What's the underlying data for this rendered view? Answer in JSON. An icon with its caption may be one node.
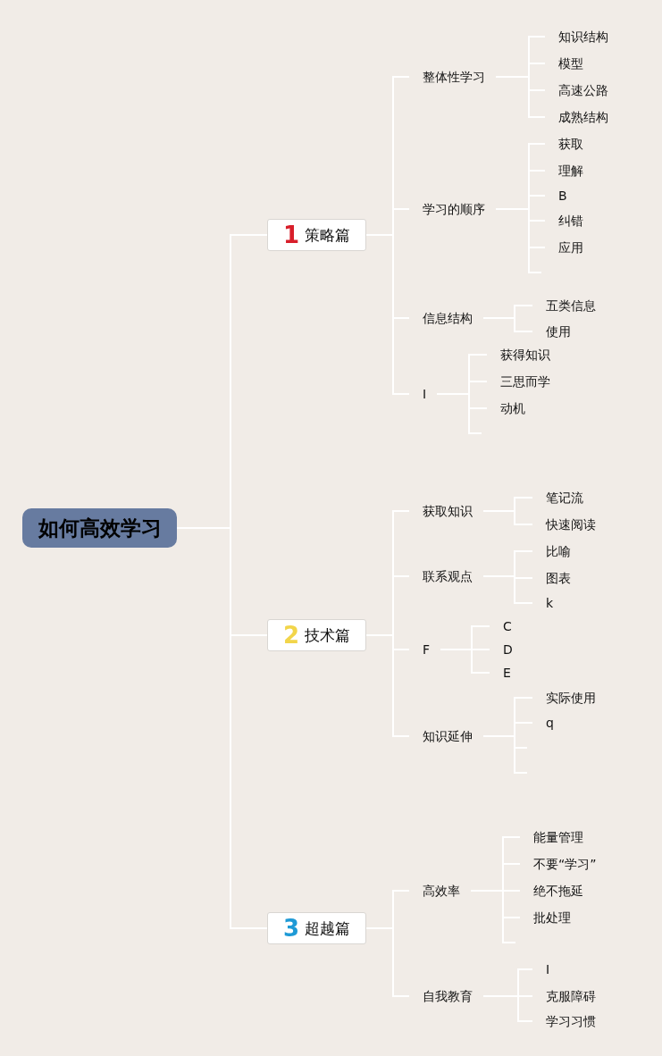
{
  "diagram": {
    "nodes": [
      {
        "text": [
          "如何高效学习"
        ]
      },
      {
        "text": [
          "1",
          "策略篇"
        ]
      },
      {
        "text": [
          "整体性学习"
        ]
      },
      {
        "text": [
          "知识结构"
        ]
      },
      {
        "text": [
          "模型"
        ]
      },
      {
        "text": [
          "高速公路"
        ]
      },
      {
        "text": [
          "成熟结构"
        ]
      },
      {
        "text": [
          "学习的顺序"
        ]
      },
      {
        "text": [
          "获取"
        ]
      },
      {
        "text": [
          "理解"
        ]
      },
      {
        "text": [
          "B"
        ]
      },
      {
        "text": [
          "纠错"
        ]
      },
      {
        "text": [
          "应用"
        ]
      },
      {
        "text": [
          "信息结构"
        ]
      },
      {
        "text": [
          "五类信息"
        ]
      },
      {
        "text": [
          "使用"
        ]
      },
      {
        "text": [
          "I"
        ]
      },
      {
        "text": [
          "获得知识"
        ]
      },
      {
        "text": [
          "三思而学"
        ]
      },
      {
        "text": [
          "动机"
        ]
      },
      {
        "text": [
          "2",
          "技术篇"
        ]
      },
      {
        "text": [
          "获取知识"
        ]
      },
      {
        "text": [
          "笔记流"
        ]
      },
      {
        "text": [
          "快速阅读"
        ]
      },
      {
        "text": [
          "联系观点"
        ]
      },
      {
        "text": [
          "比喻"
        ]
      },
      {
        "text": [
          "图表"
        ]
      },
      {
        "text": [
          "k"
        ]
      },
      {
        "text": [
          "F"
        ]
      },
      {
        "text": [
          "C"
        ]
      },
      {
        "text": [
          "D"
        ]
      },
      {
        "text": [
          "E"
        ]
      },
      {
        "text": [
          "知识延伸"
        ]
      },
      {
        "text": [
          "实际使用"
        ]
      },
      {
        "text": [
          "q"
        ]
      },
      {
        "text": [
          "3",
          "超越篇"
        ]
      },
      {
        "text": [
          "高效率"
        ]
      },
      {
        "text": [
          "能量管理"
        ]
      },
      {
        "text": [
          "不要“学习”"
        ]
      },
      {
        "text": [
          "绝不拖延"
        ]
      },
      {
        "text": [
          "批处理"
        ]
      },
      {
        "text": [
          "自我教育"
        ]
      },
      {
        "text": [
          "I"
        ]
      },
      {
        "text": [
          "克服障碍"
        ]
      },
      {
        "text": [
          "学习习惯"
        ]
      }
    ],
    "edges": [
      {
        "from": 0,
        "to": 1,
        "arrow": "none"
      },
      {
        "from": 0,
        "to": 20,
        "arrow": "none"
      },
      {
        "from": 0,
        "to": 35,
        "arrow": "none"
      },
      {
        "from": 1,
        "to": 2,
        "arrow": "none"
      },
      {
        "from": 1,
        "to": 7,
        "arrow": "none"
      },
      {
        "from": 1,
        "to": 13,
        "arrow": "none"
      },
      {
        "from": 1,
        "to": 16,
        "arrow": "none"
      },
      {
        "from": 2,
        "to": 3,
        "arrow": "none"
      },
      {
        "from": 2,
        "to": 4,
        "arrow": "none"
      },
      {
        "from": 2,
        "to": 5,
        "arrow": "none"
      },
      {
        "from": 2,
        "to": 6,
        "arrow": "none"
      },
      {
        "from": 7,
        "to": 8,
        "arrow": "none"
      },
      {
        "from": 7,
        "to": 9,
        "arrow": "none"
      },
      {
        "from": 7,
        "to": 10,
        "arrow": "none"
      },
      {
        "from": 7,
        "to": 11,
        "arrow": "none"
      },
      {
        "from": 7,
        "to": 12,
        "arrow": "none"
      },
      {
        "from": 7,
        "to": null,
        "arrow": "none"
      },
      {
        "from": 13,
        "to": 14,
        "arrow": "none"
      },
      {
        "from": 13,
        "to": 15,
        "arrow": "none"
      },
      {
        "from": 16,
        "to": 17,
        "arrow": "none"
      },
      {
        "from": 16,
        "to": 18,
        "arrow": "none"
      },
      {
        "from": 16,
        "to": 19,
        "arrow": "none"
      },
      {
        "from": 16,
        "to": null,
        "arrow": "none"
      },
      {
        "from": 20,
        "to": 21,
        "arrow": "none"
      },
      {
        "from": 20,
        "to": 24,
        "arrow": "none"
      },
      {
        "from": 20,
        "to": 28,
        "arrow": "none"
      },
      {
        "from": 20,
        "to": 32,
        "arrow": "none"
      },
      {
        "from": 21,
        "to": 22,
        "arrow": "none"
      },
      {
        "from": 21,
        "to": 23,
        "arrow": "none"
      },
      {
        "from": 24,
        "to": 25,
        "arrow": "none"
      },
      {
        "from": 24,
        "to": 26,
        "arrow": "none"
      },
      {
        "from": 24,
        "to": 27,
        "arrow": "none"
      },
      {
        "from": 28,
        "to": 29,
        "arrow": "none"
      },
      {
        "from": 28,
        "to": 30,
        "arrow": "none"
      },
      {
        "from": 28,
        "to": 31,
        "arrow": "none"
      },
      {
        "from": 32,
        "to": 33,
        "arrow": "none"
      },
      {
        "from": 32,
        "to": 34,
        "arrow": "none"
      },
      {
        "from": 32,
        "to": null,
        "arrow": "none"
      },
      {
        "from": 32,
        "to": null,
        "arrow": "none"
      },
      {
        "from": 35,
        "to": 36,
        "arrow": "none"
      },
      {
        "from": 35,
        "to": 41,
        "arrow": "none"
      },
      {
        "from": 36,
        "to": 37,
        "arrow": "none"
      },
      {
        "from": 36,
        "to": 38,
        "arrow": "none"
      },
      {
        "from": 36,
        "to": 39,
        "arrow": "none"
      },
      {
        "from": 36,
        "to": 40,
        "arrow": "none"
      },
      {
        "from": 36,
        "to": null,
        "arrow": "none"
      },
      {
        "from": 41,
        "to": 42,
        "arrow": "none"
      },
      {
        "from": 41,
        "to": 43,
        "arrow": "none"
      },
      {
        "from": 41,
        "to": 44,
        "arrow": "none"
      }
    ]
  }
}
